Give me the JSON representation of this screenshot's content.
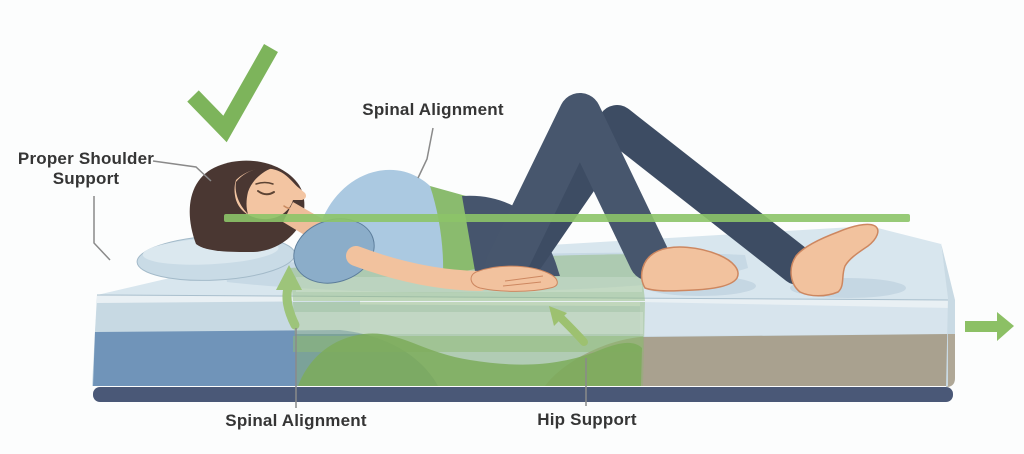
{
  "diagram": {
    "labels": {
      "spinal_alignment_top": "Spinal Alignment",
      "proper_shoulder_support": "Proper Shoulder Support",
      "spinal_alignment_bottom": "Spinal Alignment",
      "hip_support": "Hip Support"
    },
    "icons": {
      "checkmark_icon": "green-check",
      "up_arrow_left_icon": "curved-arrow-up",
      "up_arrow_middle_icon": "curved-arrow-up",
      "right_arrow_icon": "arrow-right",
      "alignment_line": "horizontal-green-line"
    },
    "colors": {
      "accent_green": "#7db45b",
      "alignment_line_green": "#8cc468",
      "hip_zone_green": "#7dac5b",
      "mattress_top_surface": "#d8e6ee",
      "mattress_blue_layer": "#7094b9",
      "mattress_tan_layer": "#a9a18f",
      "mattress_base_navy": "#4a5877",
      "pillow_blue": "#c9dbe6",
      "shirt_blue": "#abc9e1",
      "pants_slate": "#46556d",
      "skin": "#f2c29e",
      "label_text": "#353535",
      "leader_line_gray": "#8a8a8a"
    }
  }
}
